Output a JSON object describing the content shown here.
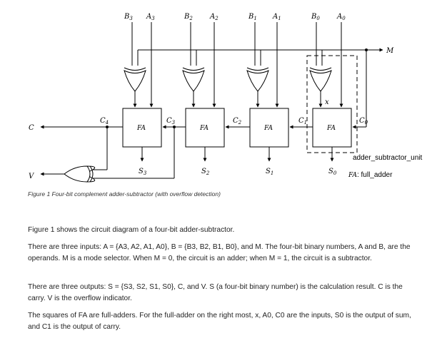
{
  "diagram": {
    "top_labels": [
      {
        "b": "B",
        "b_sub": "3",
        "a": "A",
        "a_sub": "3"
      },
      {
        "b": "B",
        "b_sub": "2",
        "a": "A",
        "a_sub": "2"
      },
      {
        "b": "B",
        "b_sub": "1",
        "a": "A",
        "a_sub": "1"
      },
      {
        "b": "B",
        "b_sub": "0",
        "a": "A",
        "a_sub": "0"
      }
    ],
    "fa_label": "FA",
    "sum_labels": [
      {
        "s": "S",
        "sub": "3"
      },
      {
        "s": "S",
        "sub": "2"
      },
      {
        "s": "S",
        "sub": "1"
      },
      {
        "s": "S",
        "sub": "0"
      }
    ],
    "carry_labels": [
      {
        "c": "C",
        "sub": "4"
      },
      {
        "c": "C",
        "sub": "3"
      },
      {
        "c": "C",
        "sub": "2"
      },
      {
        "c": "C",
        "sub": "1"
      },
      {
        "c": "C",
        "sub": "0"
      }
    ],
    "m_label": "M",
    "c_label": "C",
    "v_label": "V",
    "x_label": "x",
    "unit_label": "adder_subtractor_unit",
    "fa_legend_key": "FA",
    "fa_legend_text": ": full_adder",
    "caption": "Figure 1 Four-bit complement adder-subtractor (with overflow detection)"
  },
  "text": {
    "p1": "Figure 1 shows the circuit diagram of a four-bit adder-subtractor.",
    "p2": "There are three inputs:  A = {A3, A2, A1, A0}, B = {B3, B2, B1, B0}, and M. The four-bit binary numbers, A and B, are the operands. M is a mode selector. When M = 0, the circuit is an adder; when M = 1, the circuit is a subtractor.",
    "p3": "There are three outputs: S = {S3, S2, S1, S0}, C, and V. S (a four-bit binary number) is the calculation result. C is the carry. V is the overflow indicator.",
    "p4": "The squares of FA are full-adders. For the full-adder on the right most, x, A0, C0 are the inputs, S0 is the output of sum, and C1 is the output of carry."
  }
}
